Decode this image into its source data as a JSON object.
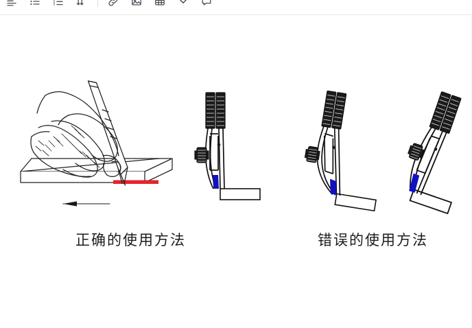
{
  "toolbar": {
    "items": [
      {
        "name": "align-left-icon",
        "label": "Align left",
        "glyph": "align-left"
      },
      {
        "name": "bulleted-list-icon",
        "label": "Bulleted list",
        "glyph": "list-bullet"
      },
      {
        "name": "numbered-list-icon",
        "label": "Numbered list",
        "glyph": "list-number"
      },
      {
        "name": "line-spacing-icon",
        "label": "Line spacing",
        "glyph": "line-spacing"
      },
      {
        "name": "separator",
        "label": "",
        "glyph": "separator"
      },
      {
        "name": "link-icon",
        "label": "Insert link",
        "glyph": "link"
      },
      {
        "name": "image-icon",
        "label": "Insert image",
        "glyph": "image"
      },
      {
        "name": "table-icon",
        "label": "Insert table",
        "glyph": "table"
      },
      {
        "name": "chevron-down-icon",
        "label": "More options",
        "glyph": "chevron-down"
      },
      {
        "name": "comment-icon",
        "label": "Comment",
        "glyph": "comment"
      }
    ]
  },
  "page": {
    "background_color": "#ffffff",
    "figure": {
      "title_alt": "Scriber tool usage illustration",
      "panels": [
        {
          "id": "panel-correct",
          "kind": "hand-holding-scriber",
          "caption": "正确的使用方法",
          "annotations": {
            "scribed_line_color": "#e8252a",
            "motion_arrow_direction": "left"
          }
        },
        {
          "id": "panel-tool-upright",
          "kind": "scriber-vertical",
          "tip_color": "#1111c0"
        },
        {
          "id": "panel-tool-tilted",
          "kind": "scriber-tilted",
          "tip_color": "#1111c0"
        },
        {
          "id": "panel-tool-leaning",
          "kind": "scriber-leaning",
          "tip_color": "#1111c0",
          "caption": "错误的使用方法"
        }
      ]
    },
    "captions": {
      "correct": "正确的使用方法",
      "wrong": "错误的使用方法"
    },
    "colors": {
      "ink": "#1c1c1c",
      "line": "#2b2b2b",
      "red_mark": "#e8252a",
      "blue_tip": "#1111c0",
      "tool_dark": "#141414"
    }
  }
}
